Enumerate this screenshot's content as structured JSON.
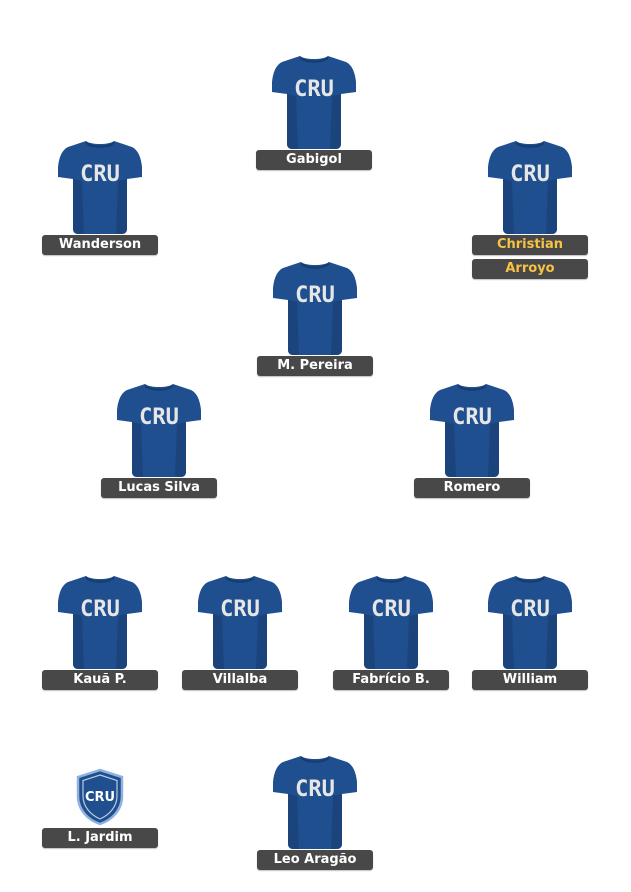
{
  "lineup": {
    "jersey_text": "CRU",
    "badge_text": "CRU",
    "colors": {
      "jersey": "#1f4f8f",
      "jersey_shadow": "#173d70",
      "jersey_text": "#e6e6e6",
      "name_tag_bg": "#484848",
      "name_text": "#ffffff",
      "highlight_text": "#f6c343"
    },
    "players": [
      {
        "id": "gabigol",
        "name": "Gabigol",
        "type": "jersey"
      },
      {
        "id": "wanderson",
        "name": "Wanderson",
        "type": "jersey"
      },
      {
        "id": "christian-arroyo",
        "name_lines": [
          "Christian",
          "Arroyo"
        ],
        "type": "jersey",
        "highlighted": true
      },
      {
        "id": "m-pereira",
        "name": "M. Pereira",
        "type": "jersey"
      },
      {
        "id": "lucas-silva",
        "name": "Lucas Silva",
        "type": "jersey"
      },
      {
        "id": "romero",
        "name": "Romero",
        "type": "jersey"
      },
      {
        "id": "kaua-p",
        "name": "Kauã P.",
        "type": "jersey"
      },
      {
        "id": "villalba",
        "name": "Villalba",
        "type": "jersey"
      },
      {
        "id": "fabricio-b",
        "name": "Fabrício B.",
        "type": "jersey"
      },
      {
        "id": "william",
        "name": "William",
        "type": "jersey"
      },
      {
        "id": "l-jardim",
        "name": "L. Jardim",
        "type": "badge",
        "icon": "club-crest-icon"
      },
      {
        "id": "leo-aragao",
        "name": "Leo Aragão",
        "type": "jersey"
      }
    ]
  }
}
